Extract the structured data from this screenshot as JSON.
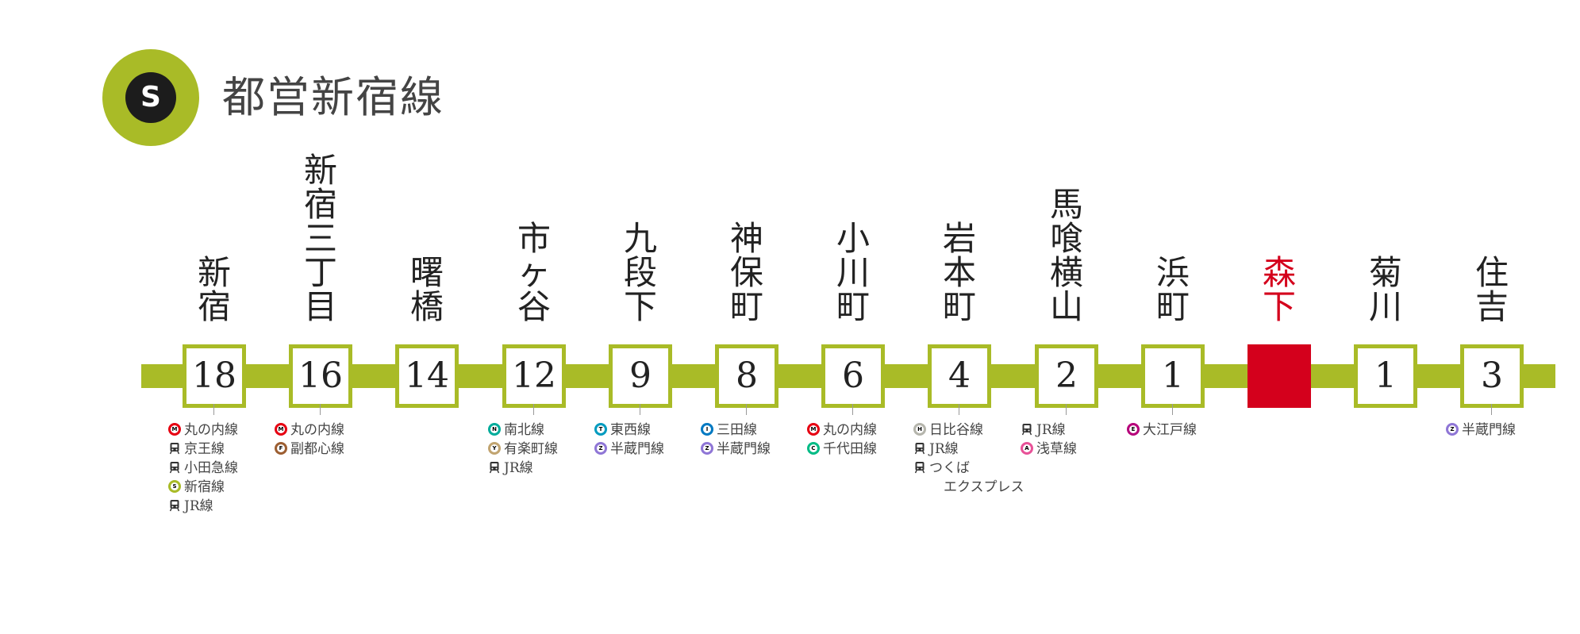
{
  "header": {
    "logo_letter": "S",
    "title": "都営新宿線",
    "accent_color": "#a9bb27"
  },
  "colors": {
    "line": "#a9bb27",
    "current": "#d4001c",
    "marunouchi": "#e60012",
    "fukutoshin": "#9c5e31",
    "shinjuku": "#a9bb27",
    "namboku": "#00ac9b",
    "yurakucho": "#c1a470",
    "tozai": "#009bbf",
    "hanzomon": "#8f76d6",
    "mita": "#0079c2",
    "chiyoda": "#00bb85",
    "hibiya": "#b5b5ac",
    "asakusa": "#e85298",
    "oedo": "#b6007a"
  },
  "stations": [
    {
      "name_lines": [
        "新",
        "宿"
      ],
      "number": "18",
      "transfers": [
        {
          "icon": "marunouchi",
          "letter": "M",
          "label": "丸の内線"
        },
        {
          "icon": "jr",
          "label": "京王線"
        },
        {
          "icon": "jr",
          "label": "小田急線"
        },
        {
          "icon": "shinjuku",
          "letter": "S",
          "label": "新宿線"
        },
        {
          "icon": "jr",
          "label": "JR線"
        }
      ]
    },
    {
      "name_lines": [
        "新",
        "宿",
        "三",
        "丁",
        "目"
      ],
      "number": "16",
      "transfers": [
        {
          "icon": "marunouchi",
          "letter": "M",
          "label": "丸の内線"
        },
        {
          "icon": "fukutoshin",
          "letter": "F",
          "label": "副都心線"
        }
      ]
    },
    {
      "name_lines": [
        "曙",
        "橋"
      ],
      "number": "14",
      "transfers": []
    },
    {
      "name_lines": [
        "市",
        "ヶ",
        "谷"
      ],
      "number": "12",
      "transfers": [
        {
          "icon": "namboku",
          "letter": "N",
          "label": "南北線"
        },
        {
          "icon": "yurakucho",
          "letter": "Y",
          "label": "有楽町線"
        },
        {
          "icon": "jr",
          "label": "JR線"
        }
      ]
    },
    {
      "name_lines": [
        "九",
        "段",
        "下"
      ],
      "number": "9",
      "transfers": [
        {
          "icon": "tozai",
          "letter": "T",
          "label": "東西線"
        },
        {
          "icon": "hanzomon",
          "letter": "Z",
          "label": "半蔵門線"
        }
      ]
    },
    {
      "name_lines": [
        "神",
        "保",
        "町"
      ],
      "number": "8",
      "transfers": [
        {
          "icon": "mita",
          "letter": "I",
          "label": "三田線"
        },
        {
          "icon": "hanzomon",
          "letter": "Z",
          "label": "半蔵門線"
        }
      ]
    },
    {
      "name_lines": [
        "小",
        "川",
        "町"
      ],
      "number": "6",
      "transfers": [
        {
          "icon": "marunouchi",
          "letter": "M",
          "label": "丸の内線"
        },
        {
          "icon": "chiyoda",
          "letter": "C",
          "label": "千代田線"
        }
      ]
    },
    {
      "name_lines": [
        "岩",
        "本",
        "町"
      ],
      "number": "4",
      "transfers": [
        {
          "icon": "hibiya",
          "letter": "H",
          "label": "日比谷線"
        },
        {
          "icon": "jr",
          "label": "JR線"
        },
        {
          "icon": "jr",
          "label": "つくば",
          "cont": "エクスプレス"
        }
      ]
    },
    {
      "name_lines": [
        "馬",
        "喰",
        "横",
        "山"
      ],
      "number": "2",
      "transfers": [
        {
          "icon": "jr",
          "label": "JR線"
        },
        {
          "icon": "asakusa",
          "letter": "A",
          "label": "浅草線"
        }
      ]
    },
    {
      "name_lines": [
        "浜",
        "町"
      ],
      "number": "1",
      "transfers": [
        {
          "icon": "oedo",
          "letter": "E",
          "label": "大江戸線"
        }
      ]
    },
    {
      "name_lines": [
        "森",
        "下"
      ],
      "number": "",
      "current": true,
      "transfers": []
    },
    {
      "name_lines": [
        "菊",
        "川"
      ],
      "number": "1",
      "transfers": []
    },
    {
      "name_lines": [
        "住",
        "吉"
      ],
      "number": "3",
      "transfers": [
        {
          "icon": "hanzomon",
          "letter": "Z",
          "label": "半蔵門線"
        }
      ]
    }
  ]
}
